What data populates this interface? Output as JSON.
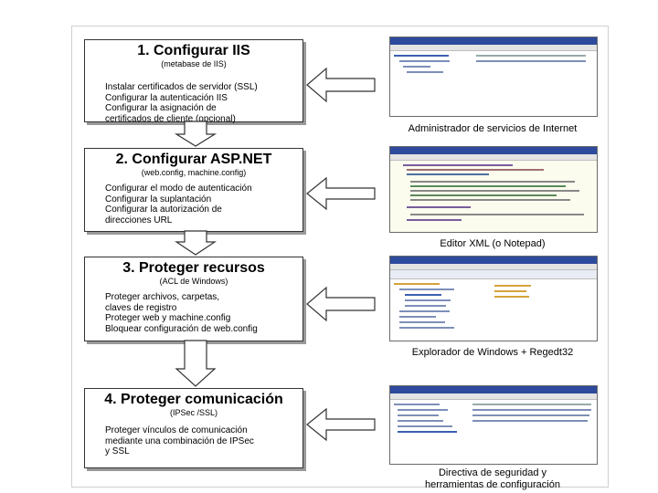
{
  "steps": [
    {
      "title": "1. Configurar IIS",
      "subtitle": "(metabase de IIS)",
      "items": [
        "Instalar certificados de servidor (SSL)",
        "Configurar la autenticación IIS",
        "Configurar la asignación de",
        "certificados de cliente (opcional)"
      ]
    },
    {
      "title": "2. Configurar ASP.NET",
      "subtitle": "(web.config, machine.config)",
      "items": [
        "Configurar el modo de autenticación",
        "Configurar la suplantación",
        "Configurar la autorización de",
        "direcciones URL"
      ]
    },
    {
      "title": "3. Proteger recursos",
      "subtitle": "(ACL de Windows)",
      "items": [
        "Proteger archivos, carpetas,",
        "claves de registro",
        "Proteger web y machine.config",
        "Bloquear configuración de web.config"
      ]
    },
    {
      "title": "4. Proteger comunicación",
      "subtitle": "(IPSec /SSL)",
      "items": [
        "Proteger vínculos de comunicación",
        "mediante una combinación de IPSec",
        "y SSL"
      ]
    }
  ],
  "tools": [
    {
      "icon": "iis-manager-screenshot-icon",
      "caption": "Administrador de servicios de Internet"
    },
    {
      "icon": "xml-editor-screenshot-icon",
      "caption": "Editor XML (o Notepad)"
    },
    {
      "icon": "windows-explorer-screenshot-icon",
      "caption": "Explorador de Windows + Regedt32"
    },
    {
      "icon": "local-security-settings-screenshot-icon",
      "caption_lines": [
        "Directiva de seguridad y",
        "herramientas de configuración"
      ]
    }
  ],
  "colors": {
    "titlebar": "#2d4a9c",
    "border": "#333333",
    "shadow": "#999999"
  }
}
